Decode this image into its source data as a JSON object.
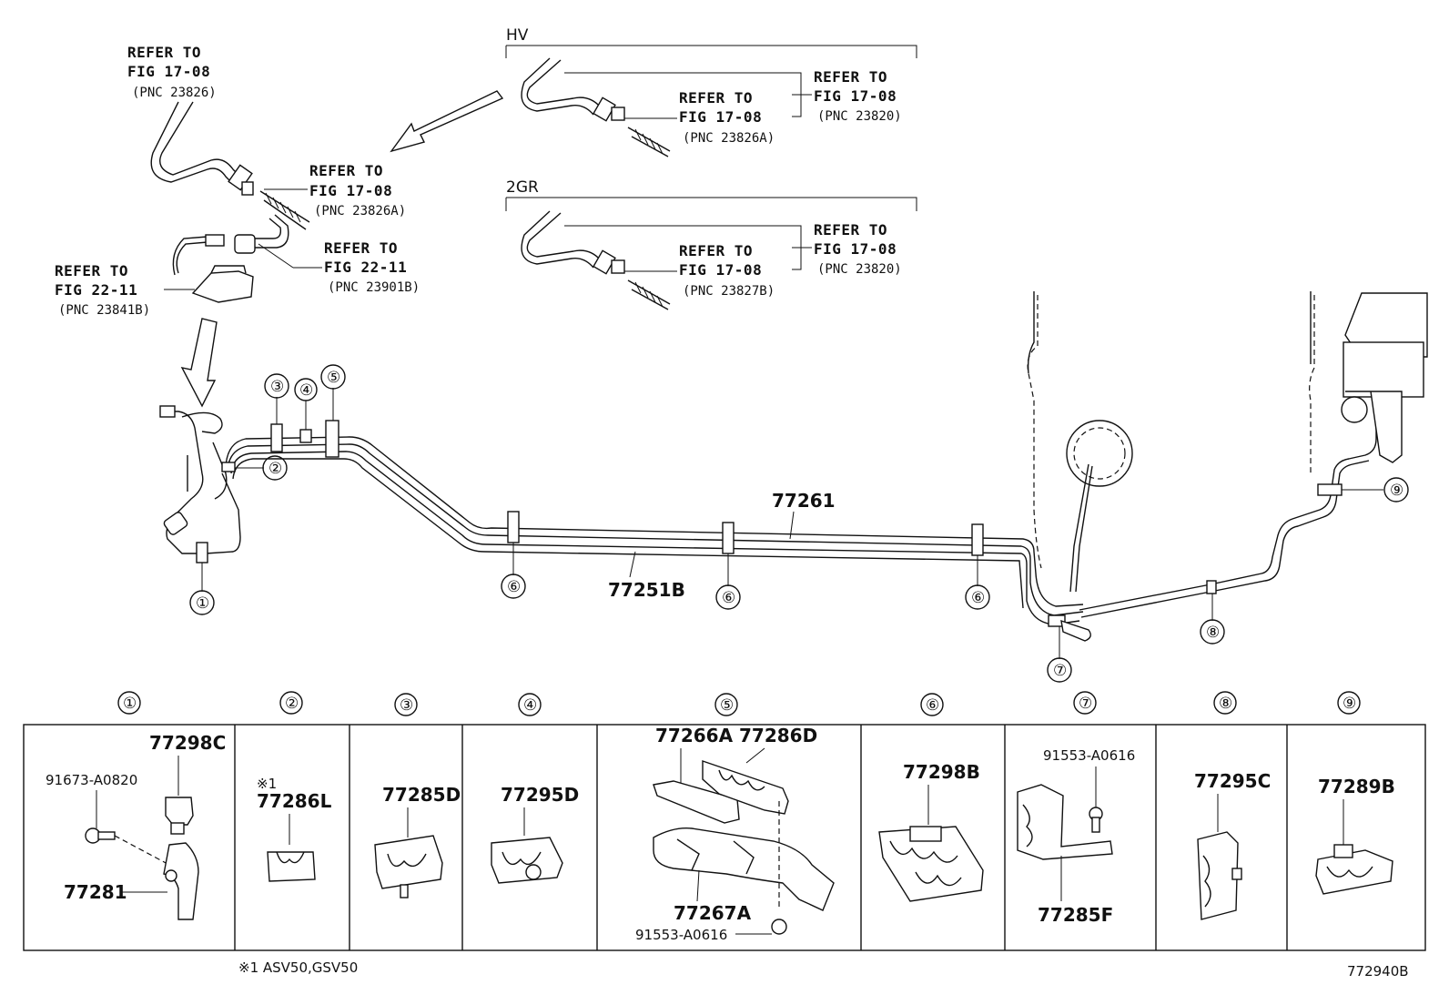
{
  "header_refs": {
    "top_left": {
      "line1": "REFER TO",
      "line2": "FIG 17-08",
      "pnc": "(PNC 23826)"
    },
    "mid_left": {
      "line1": "REFER TO",
      "line2": "FIG 17-08",
      "pnc": "(PNC 23826A)"
    },
    "pipe_left": {
      "line1": "REFER TO",
      "line2": "FIG 22-11",
      "pnc": "(PNC 23901B)"
    },
    "far_left": {
      "line1": "REFER TO",
      "line2": "FIG 22-11",
      "pnc": "(PNC 23841B)"
    }
  },
  "hv_group": {
    "label": "HV",
    "ref_a": {
      "line1": "REFER TO",
      "line2": "FIG 17-08",
      "pnc": "(PNC 23820)"
    },
    "ref_b": {
      "line1": "REFER TO",
      "line2": "FIG 17-08",
      "pnc": "(PNC 23826A)"
    }
  },
  "gr_group": {
    "label": "2GR",
    "ref_a": {
      "line1": "REFER TO",
      "line2": "FIG 17-08",
      "pnc": "(PNC 23820)"
    },
    "ref_b": {
      "line1": "REFER TO",
      "line2": "FIG 17-08",
      "pnc": "(PNC 23827B)"
    }
  },
  "main_parts": {
    "upper_pipe": "77261",
    "lower_pipe": "77251B"
  },
  "callouts": [
    "①",
    "②",
    "③",
    "④",
    "⑤",
    "⑥",
    "⑦",
    "⑧",
    "⑨"
  ],
  "detail_panels": [
    {
      "callout": "①",
      "parts": [
        "77298C",
        "91673-A0820",
        "77281"
      ]
    },
    {
      "callout": "②",
      "note_mark": "※1",
      "parts": [
        "77286L"
      ]
    },
    {
      "callout": "③",
      "parts": [
        "77285D"
      ]
    },
    {
      "callout": "④",
      "parts": [
        "77295D"
      ]
    },
    {
      "callout": "⑤",
      "parts": [
        "77266A",
        "77286D",
        "77267A",
        "91553-A0616"
      ]
    },
    {
      "callout": "⑥",
      "parts": [
        "77298B"
      ]
    },
    {
      "callout": "⑦",
      "parts": [
        "91553-A0616",
        "77285F"
      ]
    },
    {
      "callout": "⑧",
      "parts": [
        "77295C"
      ]
    },
    {
      "callout": "⑨",
      "parts": [
        "77289B"
      ]
    }
  ],
  "footnote": "※1 ASV50,GSV50",
  "figure_id": "772940B"
}
